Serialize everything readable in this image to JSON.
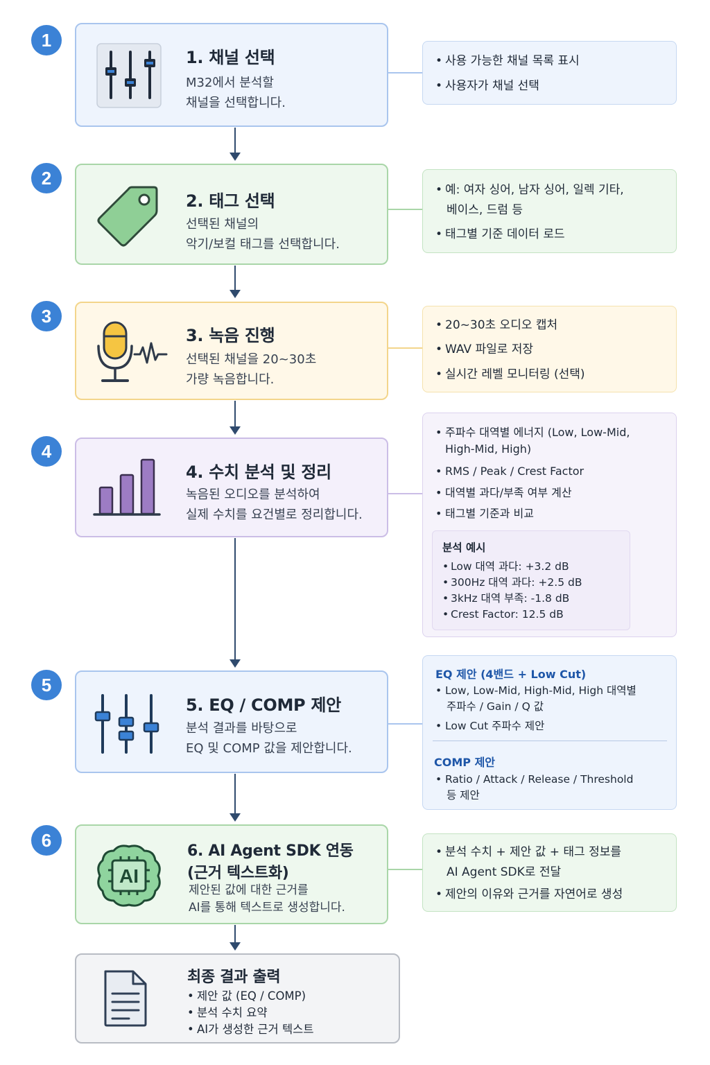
{
  "colors": {
    "blue": "#3b82d6",
    "step1_bg": "#eef4fd",
    "step1_border": "#a9c5ee",
    "step2_bg": "#eef8ee",
    "step2_border": "#a9d6a8",
    "step3_bg": "#fff8e8",
    "step3_border": "#f3d58b",
    "step4_bg": "#f4f0fb",
    "step4_border": "#cbbde6",
    "step6_bg": "#eef8ee",
    "step6_border": "#a9d6a8",
    "final_bg": "#f3f4f6",
    "final_border": "#b8bcc4"
  },
  "steps": [
    {
      "number": "1",
      "title": "1. 채널 선택",
      "desc": [
        "M32에서 분석할",
        "채널을 선택합니다."
      ],
      "icon": "mixer-fader-icon",
      "notes": [
        "사용 가능한 채널 목록 표시",
        "사용자가 채널 선택"
      ]
    },
    {
      "number": "2",
      "title": "2. 태그 선택",
      "desc": [
        "선택된 채널의",
        "악기/보컬 태그를 선택합니다."
      ],
      "icon": "tag-icon",
      "notes": [
        "예: 여자 싱어, 남자 싱어, 일렉 기타,",
        "베이스, 드럼 등",
        "태그별 기준 데이터 로드"
      ]
    },
    {
      "number": "3",
      "title": "3. 녹음 진행",
      "desc": [
        "선택된 채널을 20~30초",
        "가량 녹음합니다."
      ],
      "icon": "microphone-icon",
      "notes": [
        "20~30초 오디오 캡처",
        "WAV 파일로 저장",
        "실시간 레벨 모니터링 (선택)"
      ]
    },
    {
      "number": "4",
      "title": "4. 수치 분석 및 정리",
      "desc": [
        "녹음된 오디오를 분석하여",
        "실제 수치를 요건별로 정리합니다."
      ],
      "icon": "bar-chart-icon",
      "notes": [
        "주파수 대역별 에너지 (Low, Low-Mid,",
        "High-Mid, High)",
        "RMS / Peak / Crest Factor",
        "대역별 과다/부족 여부 계산",
        "태그별 기준과 비교"
      ],
      "example_title": "분석 예시",
      "example_items": [
        "Low 대역 과다: +3.2 dB",
        "300Hz 대역 과다: +2.5 dB",
        "3kHz 대역 부족: -1.8 dB",
        "Crest Factor: 12.5 dB"
      ]
    },
    {
      "number": "5",
      "title": "5. EQ / COMP 제안",
      "desc": [
        "분석 결과를 바탕으로",
        "EQ 및 COMP 값을 제안합니다."
      ],
      "icon": "eq-slider-icon",
      "eq_title": "EQ 제안 (4밴드 + Low Cut)",
      "eq_items": [
        "Low, Low-Mid, High-Mid, High 대역별",
        "주파수 / Gain / Q 값",
        "Low Cut 주파수 제안"
      ],
      "comp_title": "COMP 제안",
      "comp_items": [
        "Ratio / Attack / Release / Threshold",
        "등 제안"
      ]
    },
    {
      "number": "6",
      "title": [
        "6. AI Agent SDK 연동",
        "(근거 텍스트화)"
      ],
      "desc": [
        "제안된 값에 대한 근거를",
        "AI를 통해 텍스트로 생성합니다."
      ],
      "icon": "ai-brain-icon",
      "icon_text": "AI",
      "notes": [
        "분석 수치 + 제안 값 + 태그 정보를",
        "AI Agent SDK로 전달",
        "제안의 이유와 근거를 자연어로 생성"
      ]
    }
  ],
  "final": {
    "title": "최종 결과 출력",
    "items": [
      "제안 값 (EQ / COMP)",
      "분석 수치 요약",
      "AI가 생성한 근거 텍스트"
    ],
    "icon": "document-icon"
  },
  "bullet": "•"
}
